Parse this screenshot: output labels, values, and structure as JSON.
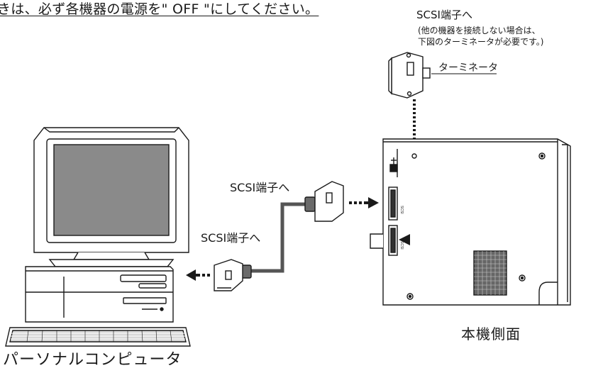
{
  "labels": {
    "warning": "きは、必ず各機器の電源を\" OFF \"にしてください。",
    "scsi_top": "SCSI端子へ",
    "scsi_top_note_1": "(他の機器を接続しない場合は、",
    "scsi_top_note_2": "下図のターミネータが必要です。)",
    "terminator": "ターミネータ",
    "scsi_middle": "SCSI端子へ",
    "scsi_lower": "SCSI端子へ",
    "unit_side": "本機側面",
    "computer": "パーソナルコンピュータ",
    "port_label": "SCSI"
  },
  "colors": {
    "line": "#1a1a1a",
    "screen": "#8a8a8a",
    "cable": "#555555",
    "panel": "#ffffff",
    "terminator_lead": "#888888"
  }
}
